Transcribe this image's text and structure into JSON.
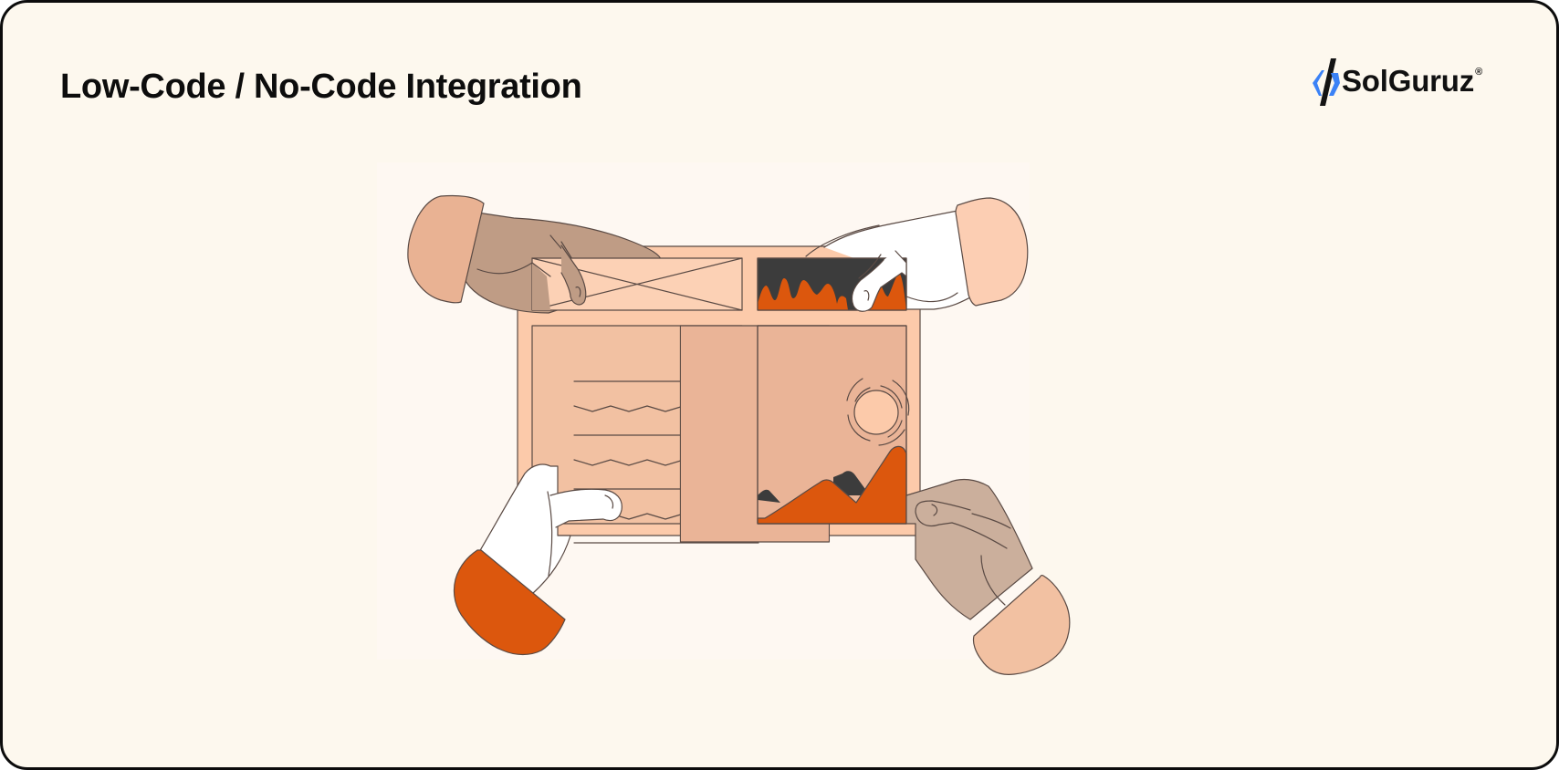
{
  "header": {
    "title": "Low-Code / No-Code Integration"
  },
  "brand": {
    "name": "SolGuruz",
    "registered_mark": "®",
    "logo_icon": "solguruz-chevron-logo-icon",
    "colors": {
      "logo_blue": "#3b82f6",
      "logo_dark": "#111111"
    }
  },
  "illustration": {
    "description": "Four hands assembling a wireframe layout board",
    "panels": [
      {
        "name": "image-placeholder-panel",
        "icon": "crossed-box-icon"
      },
      {
        "name": "wave-chart-panel",
        "icon": "area-chart-icon"
      },
      {
        "name": "text-lines-panel",
        "icon": "text-lines-icon"
      },
      {
        "name": "landscape-image-panel",
        "icon": "sun-mountains-icon"
      }
    ],
    "colors": {
      "background": "#fdf8ee",
      "tile": "#fef8f1",
      "board": "#fccaaa",
      "panel_light": "#fcd1b5",
      "panel_mid": "#f2c1a2",
      "panel_dark": "#eab497",
      "accent_orange": "#dc570d",
      "charcoal": "#3c3c3c",
      "skin_brown": "#bf9c85",
      "skin_tan": "#cbaf9c",
      "glove_white": "#ffffff",
      "cuff_peach": "#e9b293",
      "cuff_light": "#fcceb3",
      "outline": "#5a4a44"
    }
  }
}
